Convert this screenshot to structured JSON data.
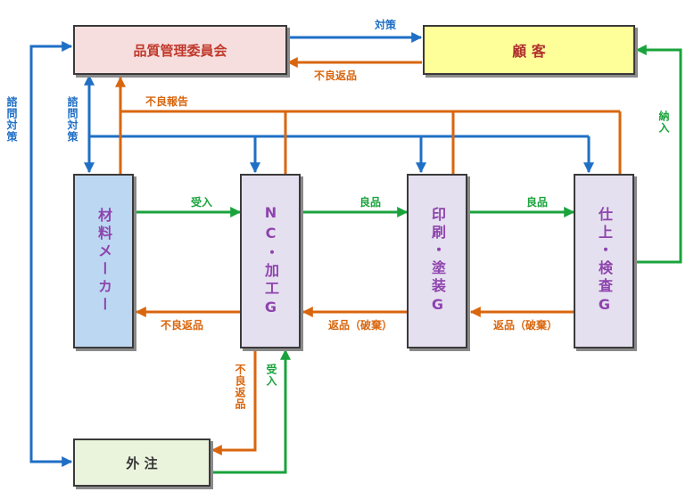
{
  "nodes": {
    "qc_committee": {
      "label": "品質管理委員会",
      "fill": "#f6dede",
      "text_color": "#c0392b"
    },
    "customer": {
      "label": "顧 客",
      "fill": "#ffff99",
      "text_color": "#b03030"
    },
    "material_maker": {
      "label": "材料メーカー",
      "fill": "#bcd7f2",
      "text_color": "#8e44ad"
    },
    "nc_processing": {
      "label": "NC・加工G",
      "fill": "#e5e0f0",
      "text_color": "#8e44ad"
    },
    "print_paint": {
      "label": "印刷・塗装G",
      "fill": "#e5e0f0",
      "text_color": "#8e44ad"
    },
    "finish_inspect": {
      "label": "仕上・検査G",
      "fill": "#e5e0f0",
      "text_color": "#8e44ad"
    },
    "outsource": {
      "label": "外 注",
      "fill": "#eaf3dc",
      "text_color": "#333333"
    }
  },
  "flows": {
    "countermeasure": "対策",
    "defect_return_top": "不良返品",
    "inquiry_left": "諮問対策",
    "inquiry_inner": "諮問対策",
    "defect_report": "不良報告",
    "delivery": "納入",
    "accept_nc": "受入",
    "good_nc_print": "良品",
    "good_print_finish": "良品",
    "defect_return_material": "不良返品",
    "return_scrap_1": "返品（破棄）",
    "return_scrap_2": "返品（破棄）",
    "defect_return_outsource": "不良返品",
    "accept_outsource": "受入"
  },
  "colors": {
    "blue": "#1f6fc5",
    "orange": "#d9660e",
    "green": "#1aa33c"
  }
}
